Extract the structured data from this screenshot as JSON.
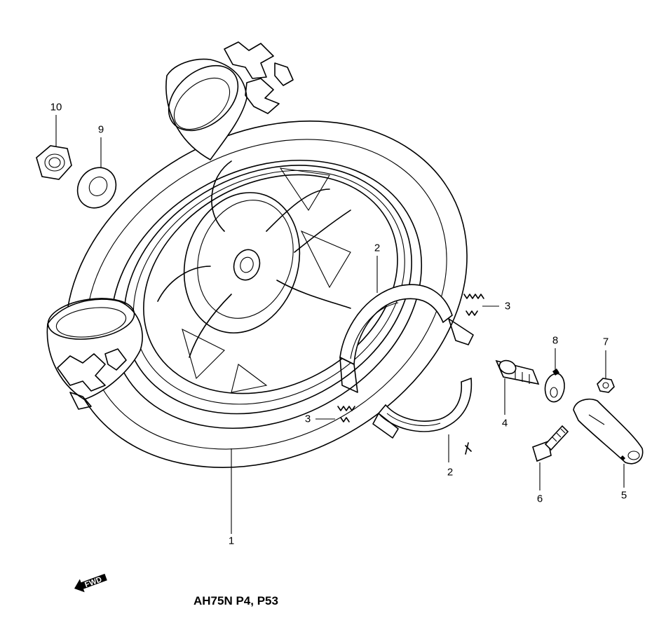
{
  "diagram": {
    "model_code": "AH75N P4, P53",
    "fwd_text": "FWD",
    "callouts": [
      {
        "id": "1",
        "label": "1",
        "part": "rear-wheel-and-tire"
      },
      {
        "id": "2a",
        "label": "2",
        "part": "brake-shoe"
      },
      {
        "id": "2b",
        "label": "2",
        "part": "brake-shoe"
      },
      {
        "id": "3a",
        "label": "3",
        "part": "shoe-spring"
      },
      {
        "id": "3b",
        "label": "3",
        "part": "shoe-spring"
      },
      {
        "id": "4",
        "label": "4",
        "part": "brake-cam"
      },
      {
        "id": "5",
        "label": "5",
        "part": "brake-cam-lever"
      },
      {
        "id": "6",
        "label": "6",
        "part": "bolt"
      },
      {
        "id": "7",
        "label": "7",
        "part": "nut"
      },
      {
        "id": "8",
        "label": "8",
        "part": "indicator-plate"
      },
      {
        "id": "9",
        "label": "9",
        "part": "washer"
      },
      {
        "id": "10",
        "label": "10",
        "part": "axle-nut"
      }
    ]
  }
}
